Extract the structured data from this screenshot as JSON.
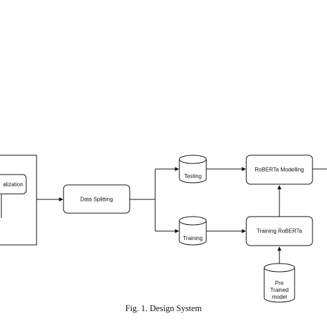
{
  "diagram": {
    "nodes": {
      "normalization": "alization",
      "data_splitting": "Data Splitting",
      "testing": "Testing",
      "training": "Training",
      "roberta_modelling": "RoBERTa Modelling",
      "training_roberta": "Training RoBERTa",
      "pretrained_model": [
        "Pre",
        "Trained",
        "model"
      ]
    },
    "edges": [
      {
        "from": "preprocessing-container",
        "to": "data_splitting"
      },
      {
        "from": "data_splitting",
        "to": "testing"
      },
      {
        "from": "data_splitting",
        "to": "training"
      },
      {
        "from": "testing",
        "to": "roberta_modelling"
      },
      {
        "from": "training",
        "to": "training_roberta"
      },
      {
        "from": "training_roberta",
        "to": "roberta_modelling"
      },
      {
        "from": "pretrained_model",
        "to": "training_roberta"
      },
      {
        "from": "roberta_modelling",
        "to": "offscreen-right"
      }
    ]
  },
  "caption": "Fig. 1.  Design System"
}
